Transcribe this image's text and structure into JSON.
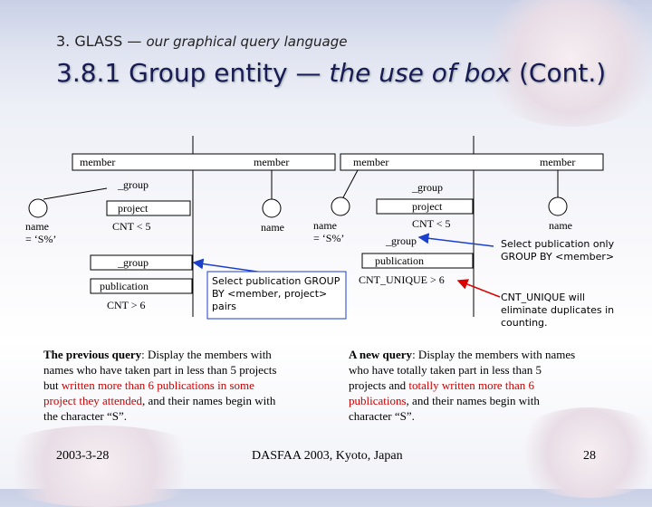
{
  "header": {
    "section": "3. GLASS",
    "dash": "—",
    "section_sub": "our graphical query language",
    "title_main": "3.8.1 Group entity",
    "title_dash": "—",
    "title_it": "the use of box",
    "title_end": "(Cont.)"
  },
  "left_diagram": {
    "member_box": "member",
    "member_box2": "member",
    "group_top": "group",
    "project": "project",
    "name_left": "name",
    "name_left_val": "= ‘S%’",
    "cnt_lt": "CNT < 5",
    "name_mid": "name",
    "group_bottom": "group",
    "publication": "publication",
    "cnt_gt": "CNT > 6",
    "note": [
      "Select publication GROUP",
      "BY <member, project>",
      "pairs"
    ]
  },
  "right_diagram": {
    "member_box": "member",
    "member_box2": "member",
    "name_left": "name",
    "name_left_val": "= ‘S%’",
    "group_top": "group",
    "project": "project",
    "cnt_lt": "CNT < 5",
    "group_mid": "group",
    "publication": "publication",
    "cnt_unique": "CNT_UNIQUE > 6",
    "name_right": "name",
    "note_blue": [
      "Select publication only",
      "GROUP BY <member>"
    ],
    "note_red": [
      "CNT_UNIQUE will",
      "eliminate duplicates in",
      "counting."
    ]
  },
  "queries": {
    "prev_bold": "The previous query",
    "prev_lines": [
      ": Display the members with",
      "names who have taken part in less than 5 projects",
      "but ",
      "written more than 6 publications in some",
      "project they attended",
      ", and their names begin with",
      "the character “S”."
    ],
    "new_bold": "A new query",
    "new_lines": [
      ": Display the members with names",
      "who have totally taken part in less than 5",
      "projects and ",
      "totally written more than 6",
      "publications",
      ", and their names begin with",
      "character “S”."
    ]
  },
  "footer": {
    "date": "2003-3-28",
    "conference": "DASFAA 2003, Kyoto, Japan",
    "page": "28"
  },
  "colors": {
    "blue_arrow": "#1a3fcc",
    "red_arrow": "#dd0000",
    "red_text": "#cc0000"
  }
}
